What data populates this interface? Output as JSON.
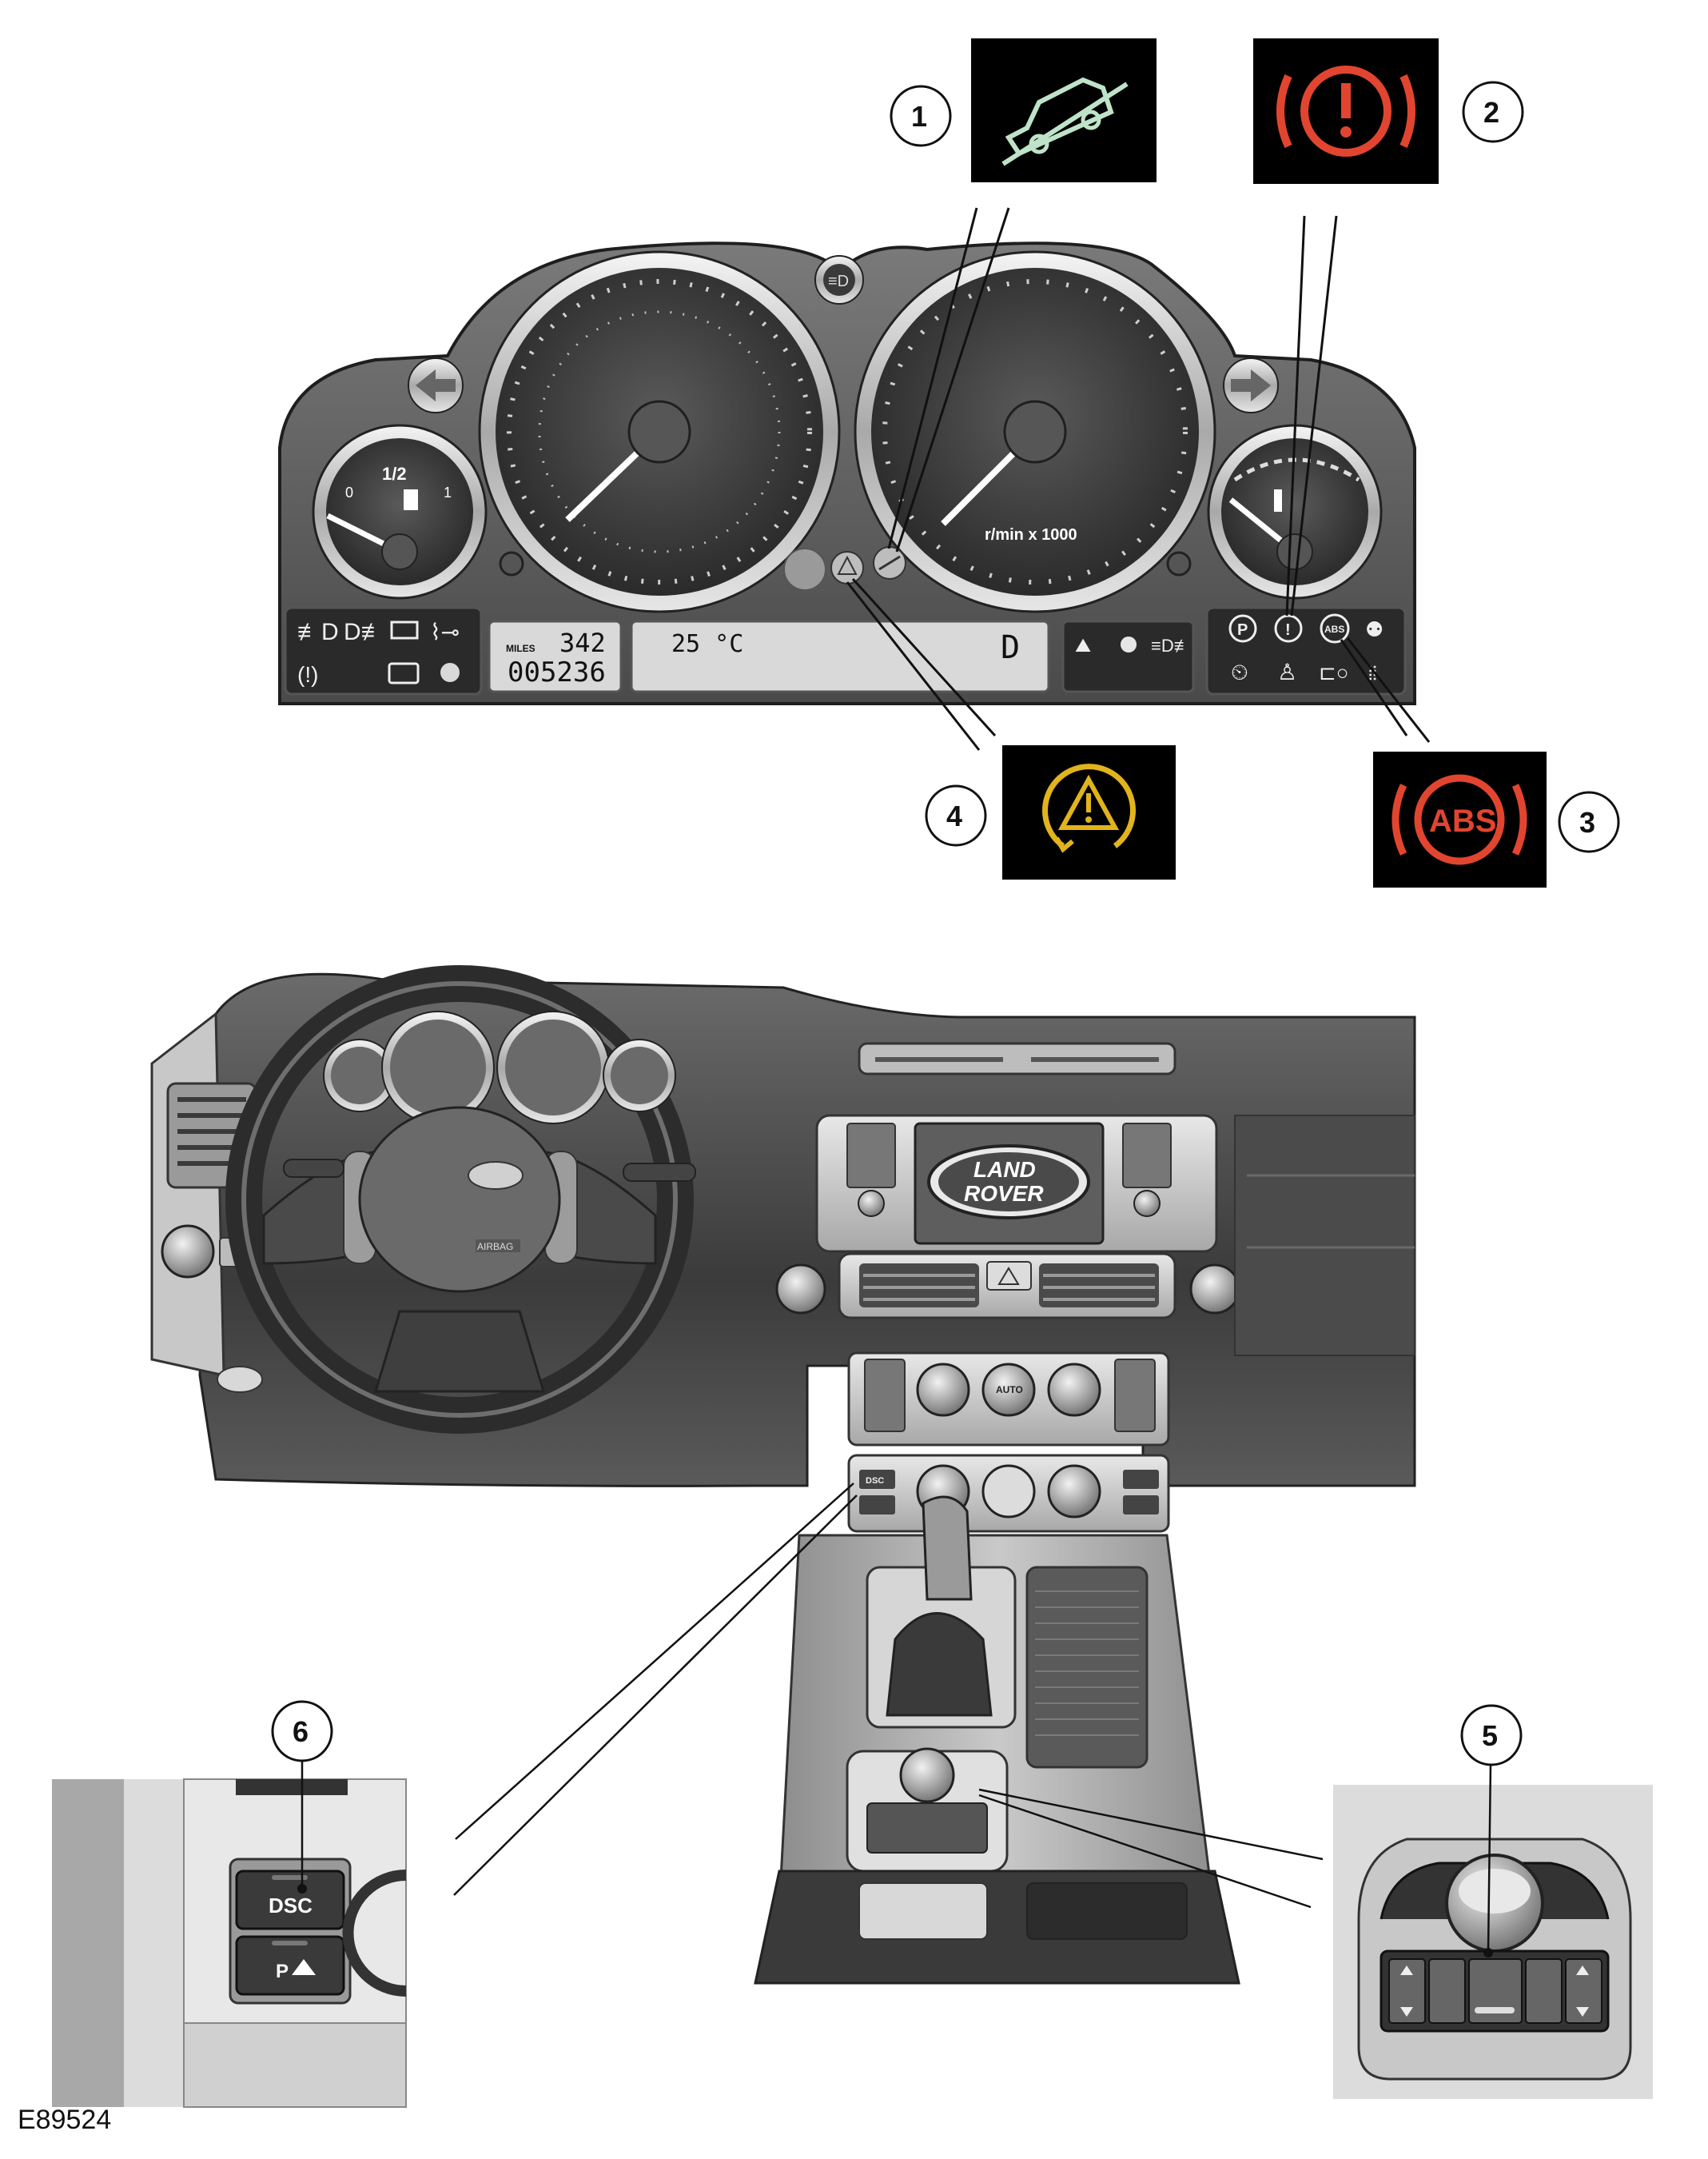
{
  "figure_code": "E89524",
  "callouts": [
    {
      "num": "1",
      "icon": "hill-descent-warning-icon",
      "color": "#bfe3c8"
    },
    {
      "num": "2",
      "icon": "brake-warning-icon",
      "color": "#e2452f"
    },
    {
      "num": "3",
      "icon": "abs-warning-icon",
      "color": "#e2452f",
      "label": "ABS"
    },
    {
      "num": "4",
      "icon": "dsc-warning-icon",
      "color": "#e2b41c"
    },
    {
      "num": "5",
      "icon": "terrain-response-switch-icon"
    },
    {
      "num": "6",
      "icon": "dsc-switch-icon"
    }
  ],
  "cluster": {
    "fuel_half": "1/2",
    "fuel_empty": "0",
    "fuel_full": "1",
    "tacho_label": "r/min x 1000",
    "odo_unit": "MILES",
    "trip": "342",
    "odometer": "005236",
    "temperature": "25 °C",
    "gear": "D",
    "park_label": "P",
    "abs_small": "ABS"
  },
  "dashboard": {
    "brand_line1": "LAND",
    "brand_line2": "ROVER",
    "airbag": "AIRBAG",
    "auto": "AUTO",
    "dsc_small": "DSC"
  },
  "inset_dsc": {
    "dsc_label": "DSC",
    "park_label": "P"
  },
  "colors": {
    "panel_dark": "#2a2a2a",
    "gauge_face": "#3a3a3a",
    "chrome": "#d8d8d8",
    "lcd": "#d9d9d9"
  }
}
